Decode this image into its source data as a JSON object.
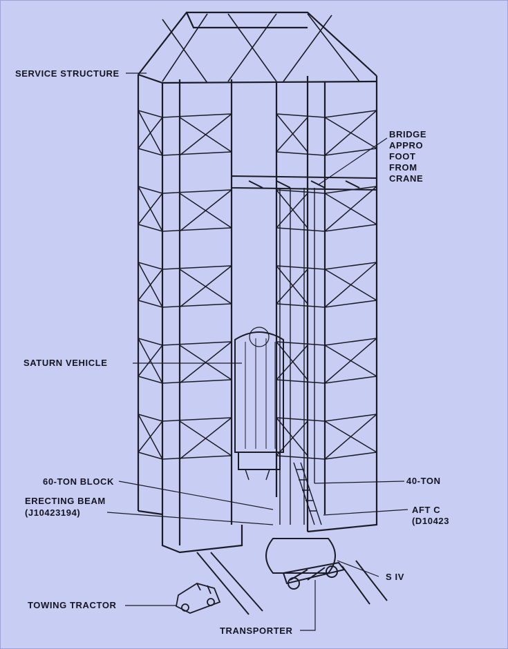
{
  "labels": {
    "service_structure": "SERVICE STRUCTURE",
    "bridge_lines": [
      "BRIDGE",
      "APPRO",
      "FOOT",
      "FROM",
      "CRANE"
    ],
    "saturn_vehicle": "SATURN VEHICLE",
    "block_60": "60-TON BLOCK",
    "erecting_beam": "ERECTING BEAM",
    "erecting_beam_code": "(J10423194)",
    "ton_40": "40-TON",
    "aft": "AFT C",
    "aft_code": "(D10423",
    "s_iv": "S IV",
    "towing_tractor": "TOWING TRACTOR",
    "transporter": "TRANSPORTER"
  },
  "colors": {
    "background": "#c7cdf3",
    "ink": "#1b1b25"
  }
}
